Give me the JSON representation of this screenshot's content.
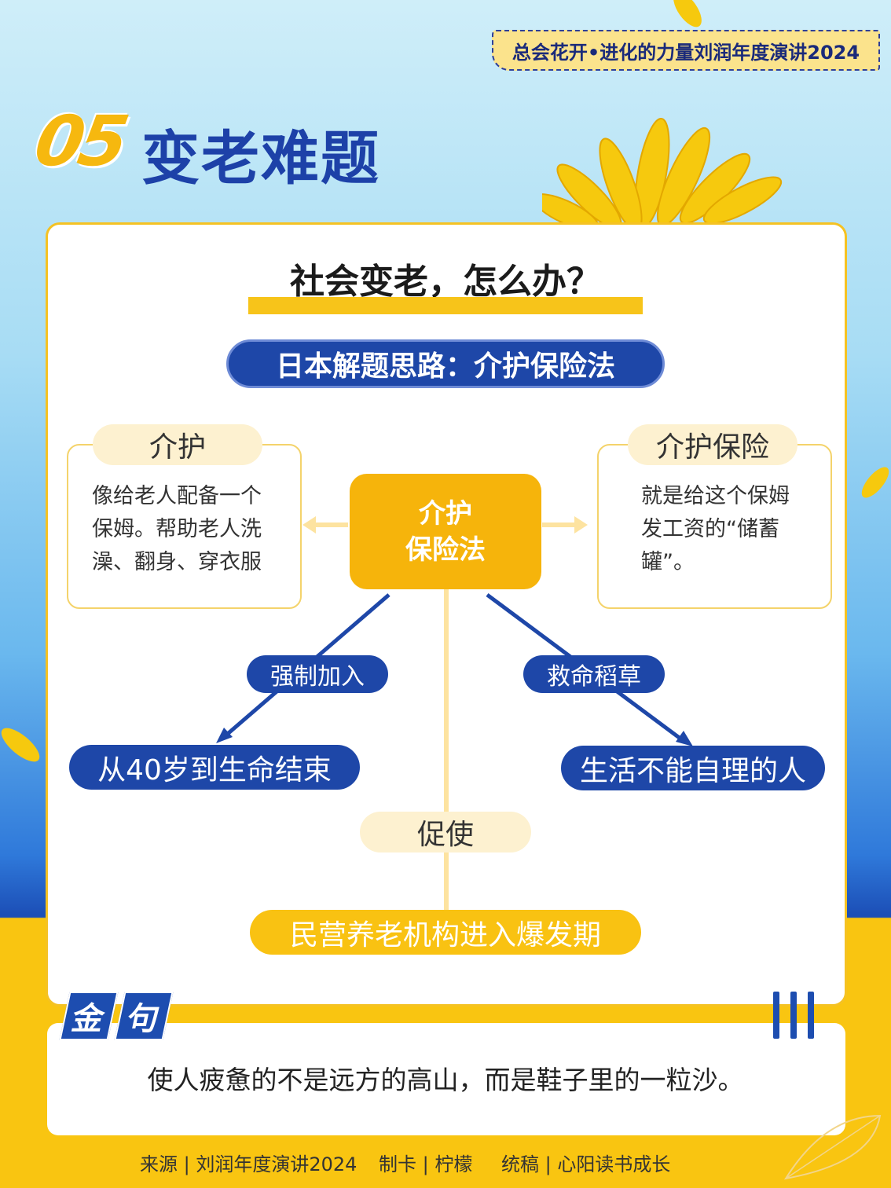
{
  "header": {
    "tag": "总会花开•进化的力量刘润年度演讲2024"
  },
  "section": {
    "number": "05",
    "title": "变老难题"
  },
  "card": {
    "title": "社会变老，怎么办？",
    "subtitle": "日本解题思路：介护保险法",
    "left_box": {
      "label": "介护",
      "lines": [
        "像给老人配备一个",
        "保姆。帮助老人洗",
        "澡、翻身、穿衣服"
      ]
    },
    "right_box": {
      "label": "介护保险",
      "lines": [
        "就是给这个保姆",
        "发工资的“储蓄",
        "罐”。"
      ]
    },
    "center": {
      "line1": "介护",
      "line2": "保险法"
    },
    "left_branch": {
      "label": "强制加入",
      "result": "从40岁到生命结束"
    },
    "right_branch": {
      "label": "救命稻草",
      "result": "生活不能自理的人"
    },
    "bottom_branch": {
      "label": "促使",
      "result": "民营养老机构进入爆发期"
    }
  },
  "quote": {
    "tag1": "金",
    "tag2": "句",
    "text": "使人疲惫的不是远方的高山，而是鞋子里的一粒沙。"
  },
  "footer": {
    "source": "来源 | 刘润年度演讲2024",
    "maker": "制卡 | 柠檬",
    "editor": "统稿 | 心阳读书成长"
  },
  "colors": {
    "blue": "#1e47a8",
    "yellow": "#f6b40b",
    "cream": "#fdf1d0"
  }
}
